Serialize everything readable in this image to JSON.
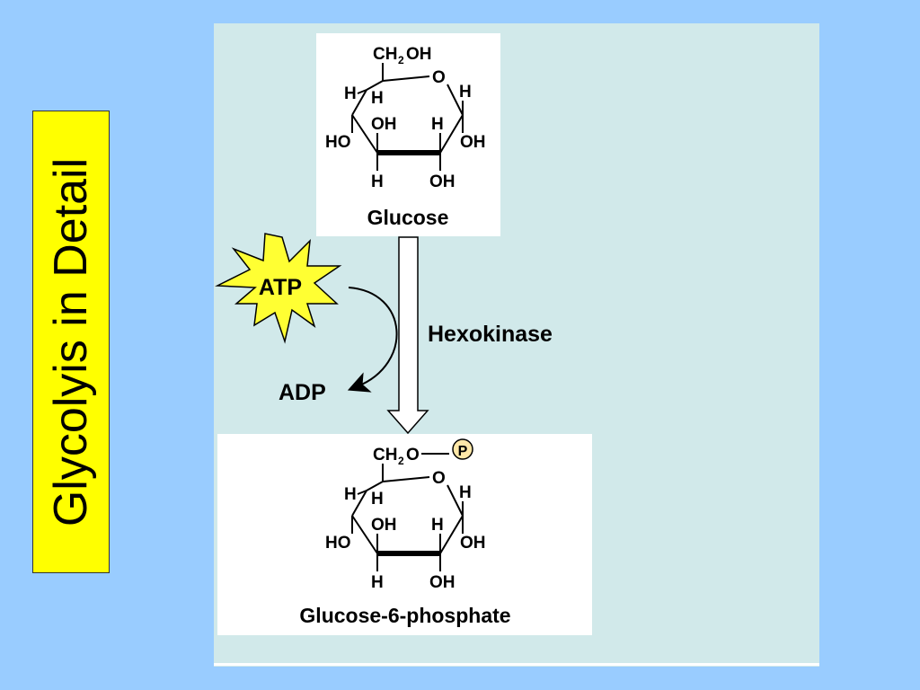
{
  "title": "Glycolyis in Detail",
  "colors": {
    "background": "#99ccff",
    "title_box": "#ffff00",
    "panel": "#d1e9ea",
    "starburst": "#ffff33"
  },
  "glucose": {
    "name": "Glucose",
    "ch2": "CH",
    "sub2": "2",
    "oh": "OH",
    "ring_o": "O",
    "h": "H",
    "oh_label": "OH",
    "ho_label": "HO"
  },
  "reaction": {
    "enzyme": "Hexokinase",
    "atp": "ATP",
    "adp": "ADP"
  },
  "g6p": {
    "name": "Glucose-6-phosphate",
    "ch2": "CH",
    "sub2": "2",
    "o_dash": "O",
    "phosphate": "P",
    "ring_o": "O",
    "h": "H",
    "oh_label": "OH",
    "ho_label": "HO"
  }
}
